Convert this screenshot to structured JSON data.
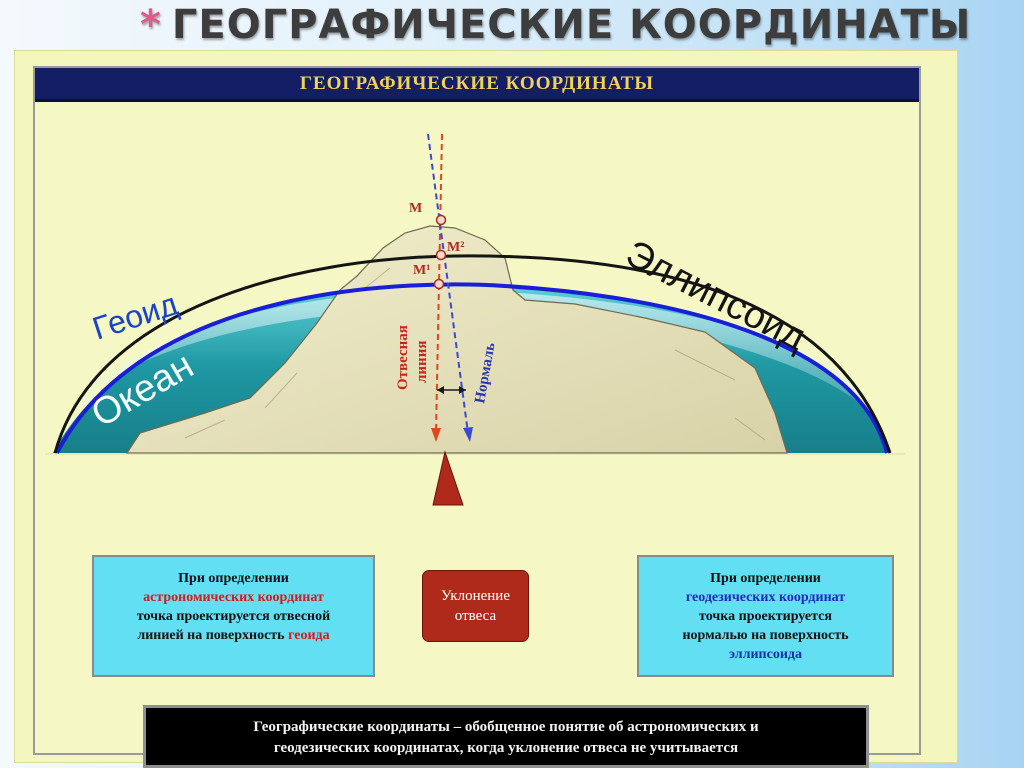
{
  "slide": {
    "bullet": "*",
    "title": "ГЕОГРАФИЧЕСКИЕ КООРДИНАТЫ"
  },
  "header": {
    "title": "ГЕОГРАФИЧЕСКИЕ КООРДИНАТЫ"
  },
  "diagram": {
    "labels": {
      "geoid": "Геоид",
      "ellipsoid": "Эллипсоид",
      "ocean": "Океан",
      "point_m": "M",
      "point_m1": "M¹",
      "point_m2": "M²",
      "plumb_line_1": "Отвесная",
      "plumb_line_2": "линия",
      "normal": "Нормаль"
    }
  },
  "deviation": {
    "line1": "Уклонение",
    "line2": "отвеса"
  },
  "astro_box": {
    "line1": "При определении",
    "line2": "астрономических координат",
    "line3": "точка проектируется отвесной",
    "line4_prefix": "линией на поверхность ",
    "line4_highlight": "геоида"
  },
  "geod_box": {
    "line1": "При определении",
    "line2": "геодезических координат",
    "line3": "точка проектируется",
    "line4": "нормалью на поверхность",
    "line5": "эллипсоида"
  },
  "definition": {
    "line1": "Географические координаты – обобщенное понятие об астрономических и",
    "line2": "геодезических координатах, когда уклонение отвеса не учитывается"
  },
  "colors": {
    "header_bg": "#141e64",
    "header_text": "#f2d35a",
    "ocean": "#1f9aa3",
    "geoid_line": "#1a1ed6",
    "plumb_red": "#e0471d",
    "normal_blue": "#3a4ad0",
    "box_bg": "#63dff3",
    "deviation_bg": "#b02a1c"
  }
}
